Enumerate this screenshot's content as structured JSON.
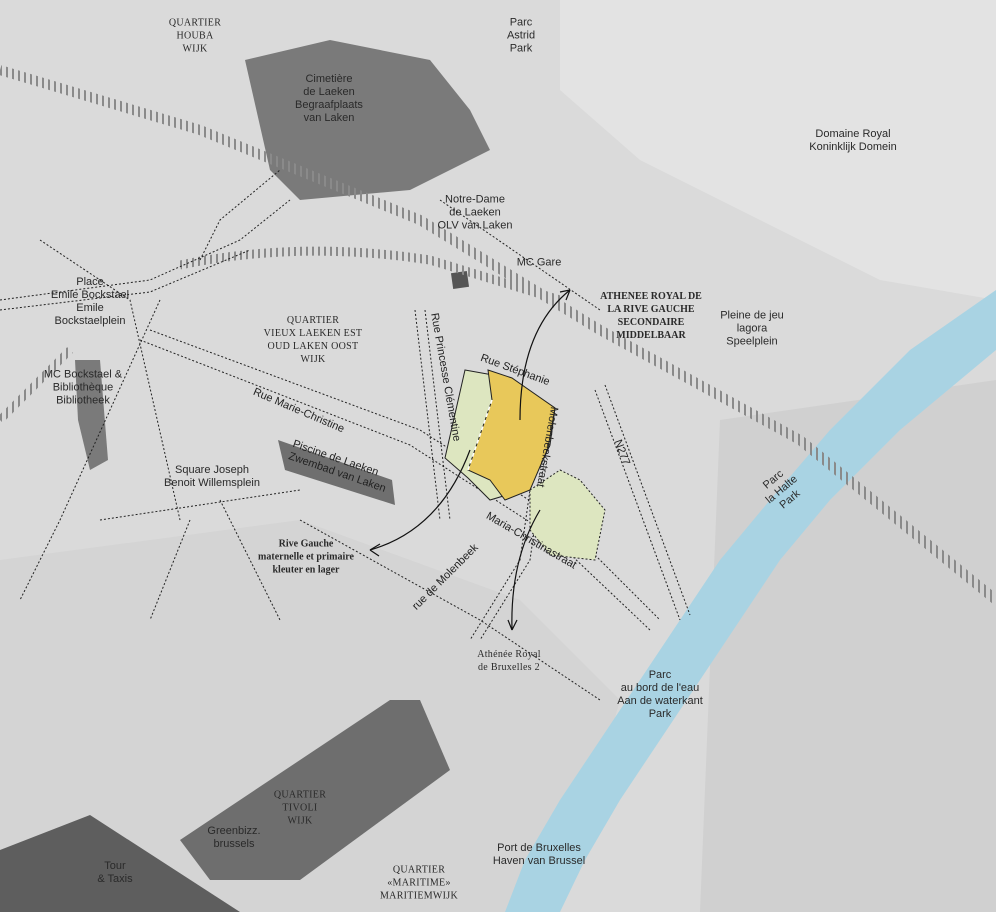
{
  "map": {
    "districts": {
      "houba": "QUARTIER\nHOUBA\nWIJK",
      "vieux_laeken": "QUARTIER\nVIEUX LAEKEN EST\nOUD LAKEN OOST\nWIJK",
      "tivoli": "QUARTIER\nTIVOLI\nWIJK",
      "maritime": "QUARTIER\n«MARITIME»\nMARITIEMWIJK"
    },
    "places": {
      "parc_astrid": "Parc\nAstrid\nPark",
      "cimetiere": "Cimetière\nde Laeken\nBegraafplaats\nvan Laken",
      "domaine_royal": "Domaine Royal\nKoninklijk Domein",
      "notre_dame": "Notre-Dame\nde Laeken\nOLV van Laken",
      "mc_gare": "MC Gare",
      "place_bockstael": "Place\nEmile Bockstael\nEmile\nBockstaelplein",
      "mc_bockstael": "MC Bockstael &\nBibliothèque\nBibliotheek",
      "pleine_de_jeu": "Pleine de jeu\nlagora\nSpeelplein",
      "square_joseph": "Square Joseph\nBenoit Willemsplein",
      "piscine": "Piscine de Laeken\nZwembad van Laken",
      "parc_halte": "Parc\nla Halte\nPark",
      "athenee_bxl2": "Athénée Royal\nde Bruxelles 2",
      "parc_bord_eau": "Parc\nau bord de l'eau\nAan de waterkant\nPark",
      "greenbizz": "Greenbizz.\nbrussels",
      "tour_taxis": "Tour\n& Taxis",
      "port": "Port de Bruxelles\nHaven van Brussel"
    },
    "schools": {
      "athenee_rive_gauche": "ATHENEE ROYAL DE\nLA RIVE GAUCHE\nSECONDAIRE\nMIDDELBAAR",
      "rive_gauche_primaire": "Rive Gauche\nmaternelle et primaire\nkleuter en lager"
    },
    "streets": {
      "rue_stephanie": "Rue Stéphanie",
      "rue_princesse_clementine": "Rue Princesse Clémentine",
      "rue_marie_christine": "Rue Marie-Christine",
      "maria_christinastraat": "Maria-Christinastraat",
      "molenbeekstraat": "Molenbeekstraat",
      "rue_de_molenbeek": "rue de Molenbeek",
      "n27": "N277"
    },
    "colors": {
      "water": "#a9d3e3",
      "school_main": "#e8c85a",
      "school_annex": "#dde6c0",
      "zone_dark": "#737373"
    }
  }
}
